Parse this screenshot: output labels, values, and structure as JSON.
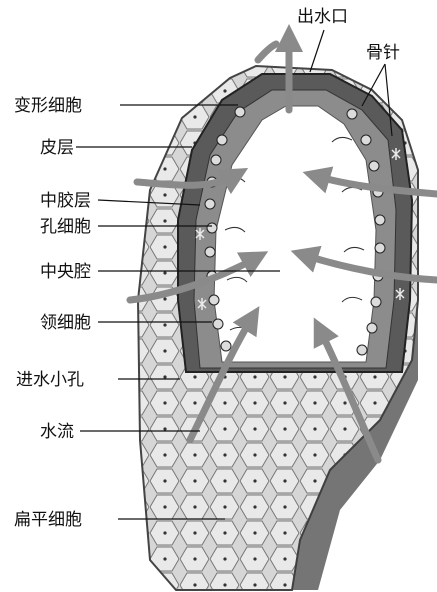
{
  "labels": {
    "outlet": "出水口",
    "spicule": "骨针",
    "amoebocyte": "变形细胞",
    "cortex": "皮层",
    "mesohyl": "中胶层",
    "porocyte": "孔细胞",
    "spongocoel": "中央腔",
    "choanocyte": "领细胞",
    "ostium": "进水小孔",
    "water_flow": "水流",
    "pinacocyte": "扁平细胞"
  },
  "colors": {
    "flow_arrow": "#8a8a8a",
    "tissue": "#cfcfcf",
    "tissue_dark": "#4a4a4a",
    "cavity": "#ffffff",
    "ink": "#111111"
  }
}
